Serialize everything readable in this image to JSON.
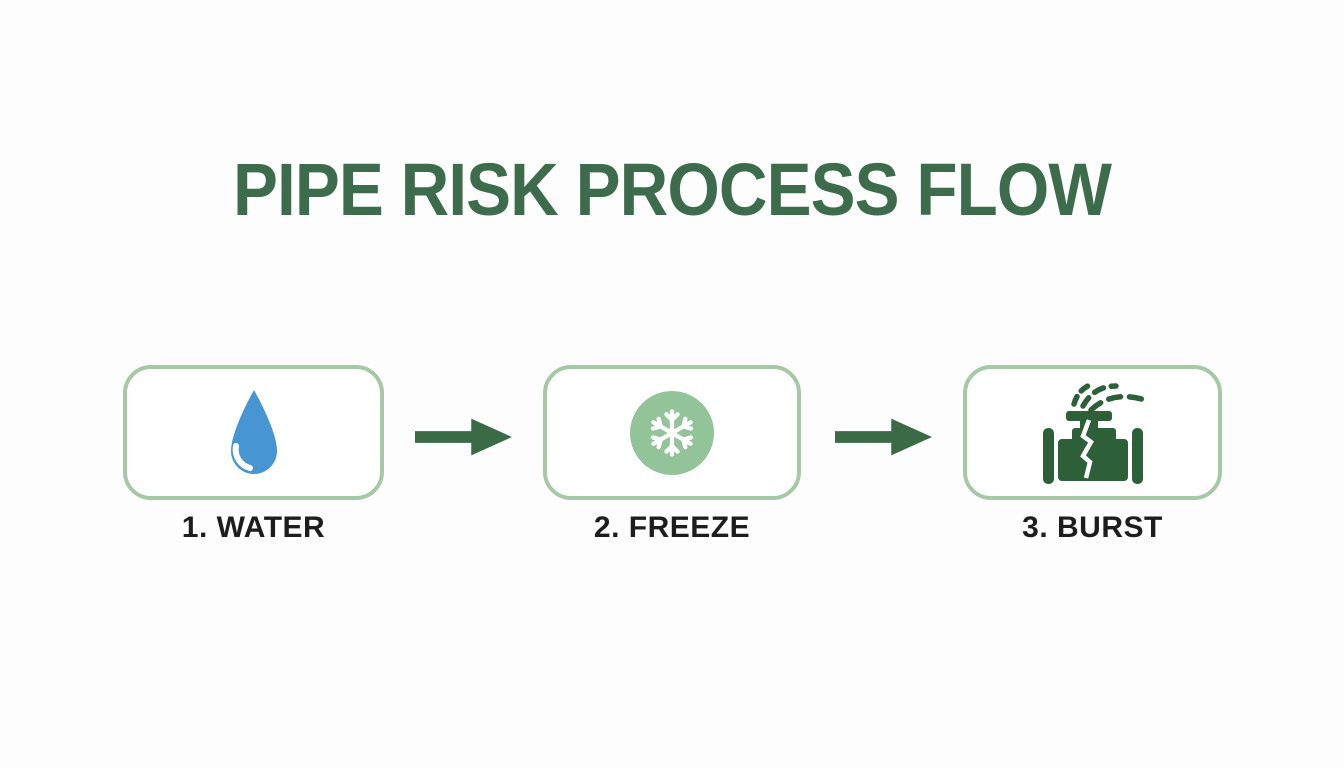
{
  "title": "PIPE RISK PROCESS FLOW",
  "steps": [
    {
      "label": "1. WATER",
      "icon": "water-drop-icon"
    },
    {
      "label": "2. FREEZE",
      "icon": "snowflake-icon"
    },
    {
      "label": "3. BURST",
      "icon": "burst-pipe-icon"
    }
  ],
  "connectors": [
    {
      "icon": "right-arrow-icon"
    },
    {
      "icon": "right-arrow-icon"
    }
  ],
  "colors": {
    "background": "#fdfdfd",
    "title_green": "#3d6c4d",
    "box_border_green": "#a5c9a5",
    "arrow_green": "#3a6b46",
    "drop_blue": "#4795d3",
    "freeze_circle_green": "#93c399",
    "snowflake_white": "#ffffff",
    "pipe_dark_green": "#2d5f39",
    "label_black": "#1d1d1d"
  }
}
